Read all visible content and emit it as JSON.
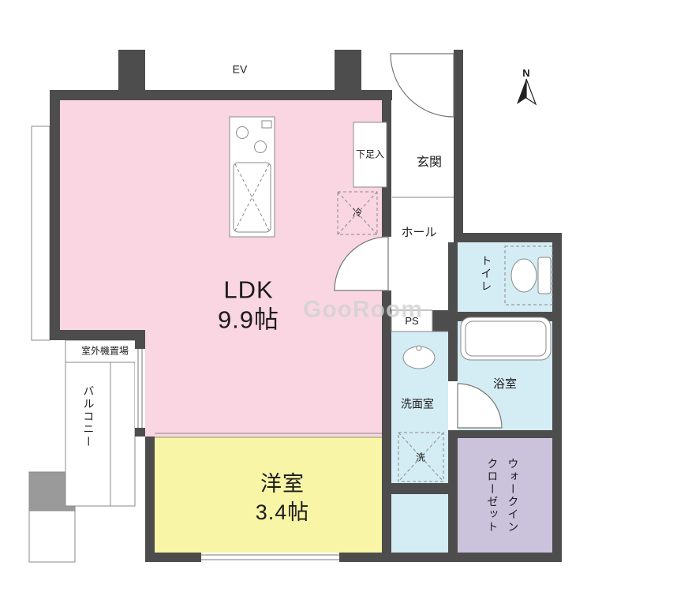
{
  "rooms": {
    "ldk": {
      "name": "LDK",
      "size": "9.9帖"
    },
    "western": {
      "name": "洋室",
      "size": "3.4帖"
    },
    "genkan": {
      "name": "玄関"
    },
    "hall": {
      "name": "ホール"
    },
    "toilet": {
      "name": "トイレ"
    },
    "bath": {
      "name": "浴室"
    },
    "washroom": {
      "name": "洗面室"
    },
    "wic": {
      "line1": "ウォークイン",
      "line2": "クローゼット"
    },
    "balcony": {
      "name": "バルコニー"
    },
    "outdoor_unit": {
      "name": "室外機置場"
    }
  },
  "fixtures": {
    "ev": "EV",
    "shoe_box": "下足入",
    "fridge": "冷",
    "washer": "洗",
    "ps": "PS"
  },
  "compass": {
    "north": "N"
  },
  "watermark": "GooRoom",
  "colors": {
    "wall": "#4d4d4d",
    "ldk_pink": "#f9d6e2",
    "western_yellow": "#f8f5a6",
    "wet_blue": "#d4ecf3",
    "closet_purple": "#cbc2dc",
    "line": "#777777"
  }
}
